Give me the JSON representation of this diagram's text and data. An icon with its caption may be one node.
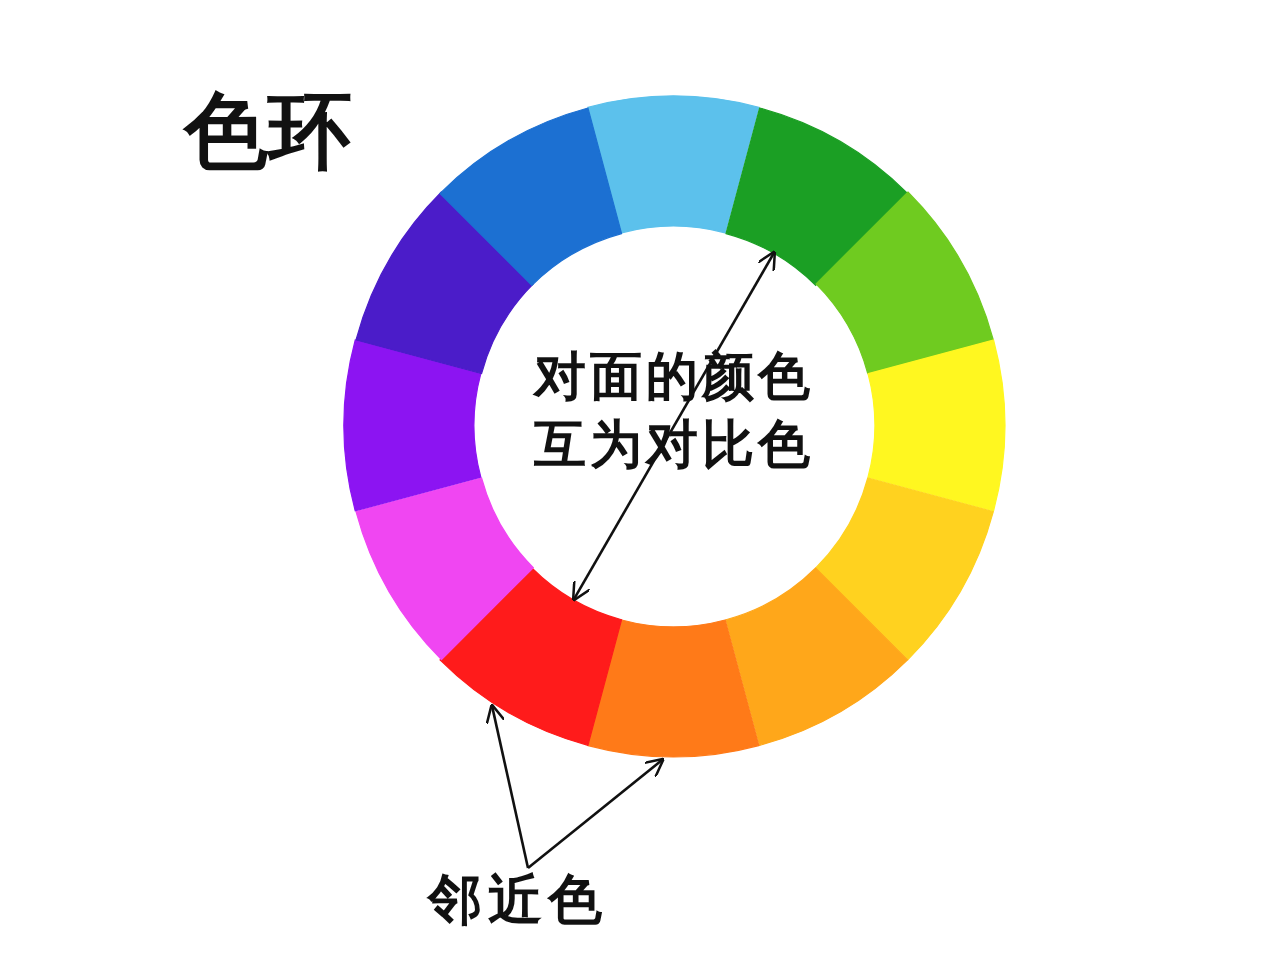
{
  "diagram": {
    "title": "色环",
    "nodes": [
      {
        "text": [],
        "shape": "sector"
      },
      {
        "text": [],
        "shape": "sector"
      },
      {
        "text": [],
        "shape": "sector"
      },
      {
        "text": [],
        "shape": "sector"
      },
      {
        "text": [],
        "shape": "sector"
      },
      {
        "text": [],
        "shape": "sector"
      },
      {
        "text": [],
        "shape": "sector"
      },
      {
        "text": [],
        "shape": "sector"
      },
      {
        "text": [],
        "shape": "sector"
      },
      {
        "text": [],
        "shape": "sector"
      },
      {
        "text": [],
        "shape": "sector"
      },
      {
        "text": [],
        "shape": "sector"
      },
      {
        "text": [
          "邻近色"
        ]
      }
    ],
    "edges": [
      {
        "from": 1,
        "to": 7,
        "arrow": "both"
      },
      {
        "from": 12,
        "to": 7,
        "arrow": "to"
      },
      {
        "from": 12,
        "to": 6,
        "arrow": "to"
      }
    ],
    "labels": [
      "对面的颜色互为对比色"
    ]
  }
}
